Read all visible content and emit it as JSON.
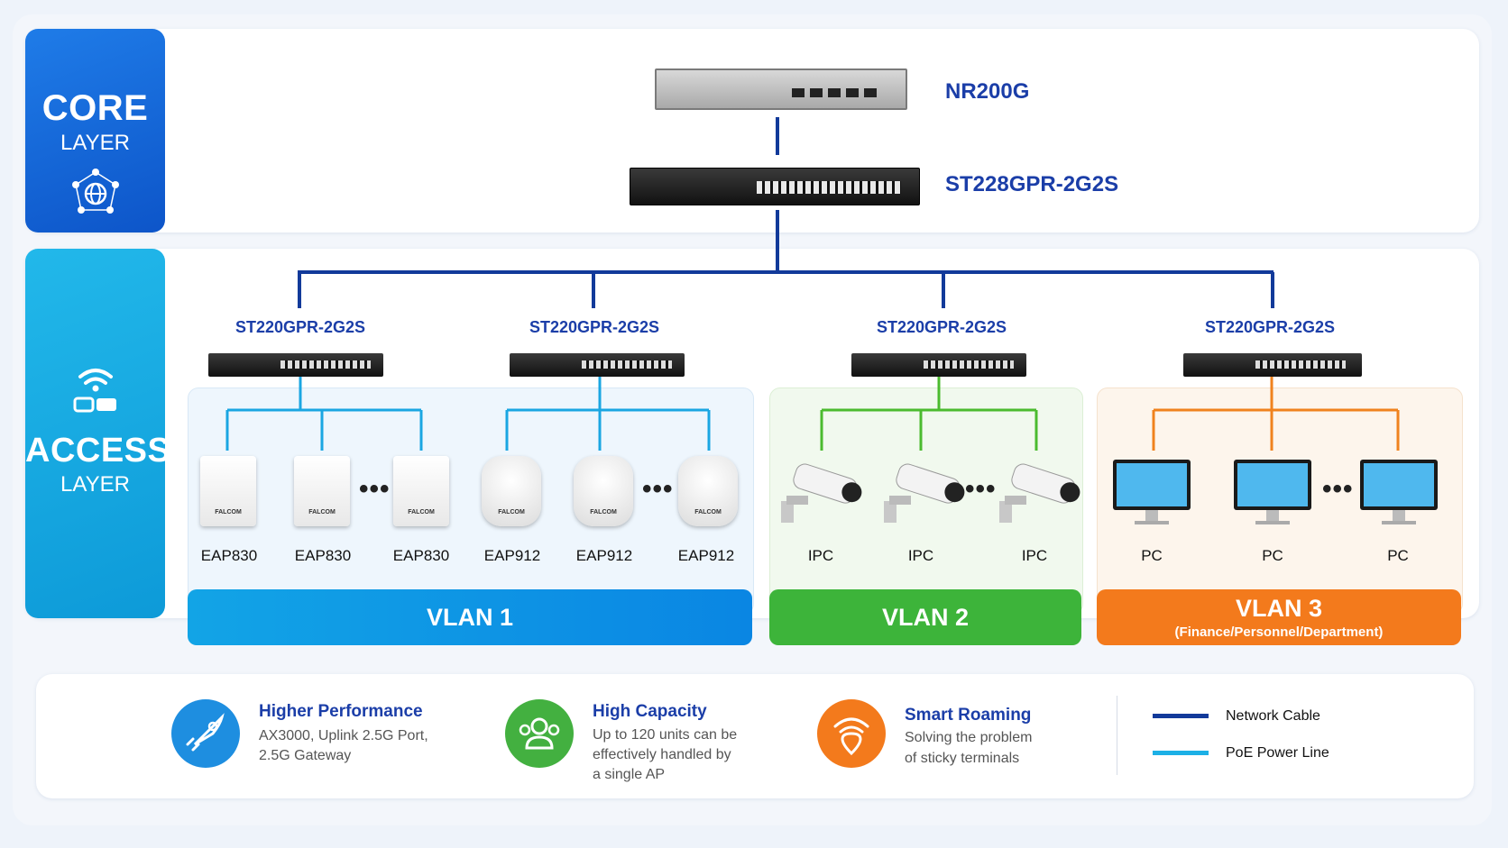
{
  "layers": {
    "core": {
      "title": "CORE",
      "subtitle": "LAYER"
    },
    "access": {
      "title": "ACCESS",
      "subtitle": "LAYER"
    }
  },
  "core_devices": {
    "router": "NR200G",
    "switch": "ST228GPR-2G2S"
  },
  "access_switches": [
    "ST220GPR-2G2S",
    "ST220GPR-2G2S",
    "ST220GPR-2G2S",
    "ST220GPR-2G2S"
  ],
  "devices": {
    "eap830": [
      "EAP830",
      "EAP830",
      "EAP830"
    ],
    "eap912": [
      "EAP912",
      "EAP912",
      "EAP912"
    ],
    "ipc": [
      "IPC",
      "IPC",
      "IPC"
    ],
    "pc": [
      "PC",
      "PC",
      "PC"
    ],
    "brand_text": "FALCOM"
  },
  "vlans": [
    {
      "title": "VLAN 1",
      "subtitle": "",
      "color": "#0f8fe4"
    },
    {
      "title": "VLAN 2",
      "subtitle": "",
      "color": "#3db43a"
    },
    {
      "title": "VLAN 3",
      "subtitle": "(Finance/Personnel/Department)",
      "color": "#f37a1c"
    }
  ],
  "features": [
    {
      "icon": "rocket-icon",
      "title": "Higher Performance",
      "desc": [
        "AX3000, Uplink 2.5G Port,",
        "2.5G Gateway"
      ],
      "color": "#1e8ee0"
    },
    {
      "icon": "users-icon",
      "title": "High Capacity",
      "desc": [
        "Up to 120 units can be",
        "effectively handled by",
        "a single AP"
      ],
      "color": "#43b040"
    },
    {
      "icon": "roaming-icon",
      "title": "Smart Roaming",
      "desc": [
        "Solving the problem",
        "of sticky terminals"
      ],
      "color": "#f37a1c"
    }
  ],
  "legend": [
    {
      "label": "Network Cable",
      "color": "#123a9a"
    },
    {
      "label": "PoE Power Line",
      "color": "#1cb0e6"
    }
  ],
  "colors": {
    "network_cable": "#123a9a",
    "poe_vlan1": "#1aa6e2",
    "poe_vlan2": "#4bbb2f",
    "poe_vlan3": "#f0821e",
    "label_blue": "#1b3ea8"
  }
}
